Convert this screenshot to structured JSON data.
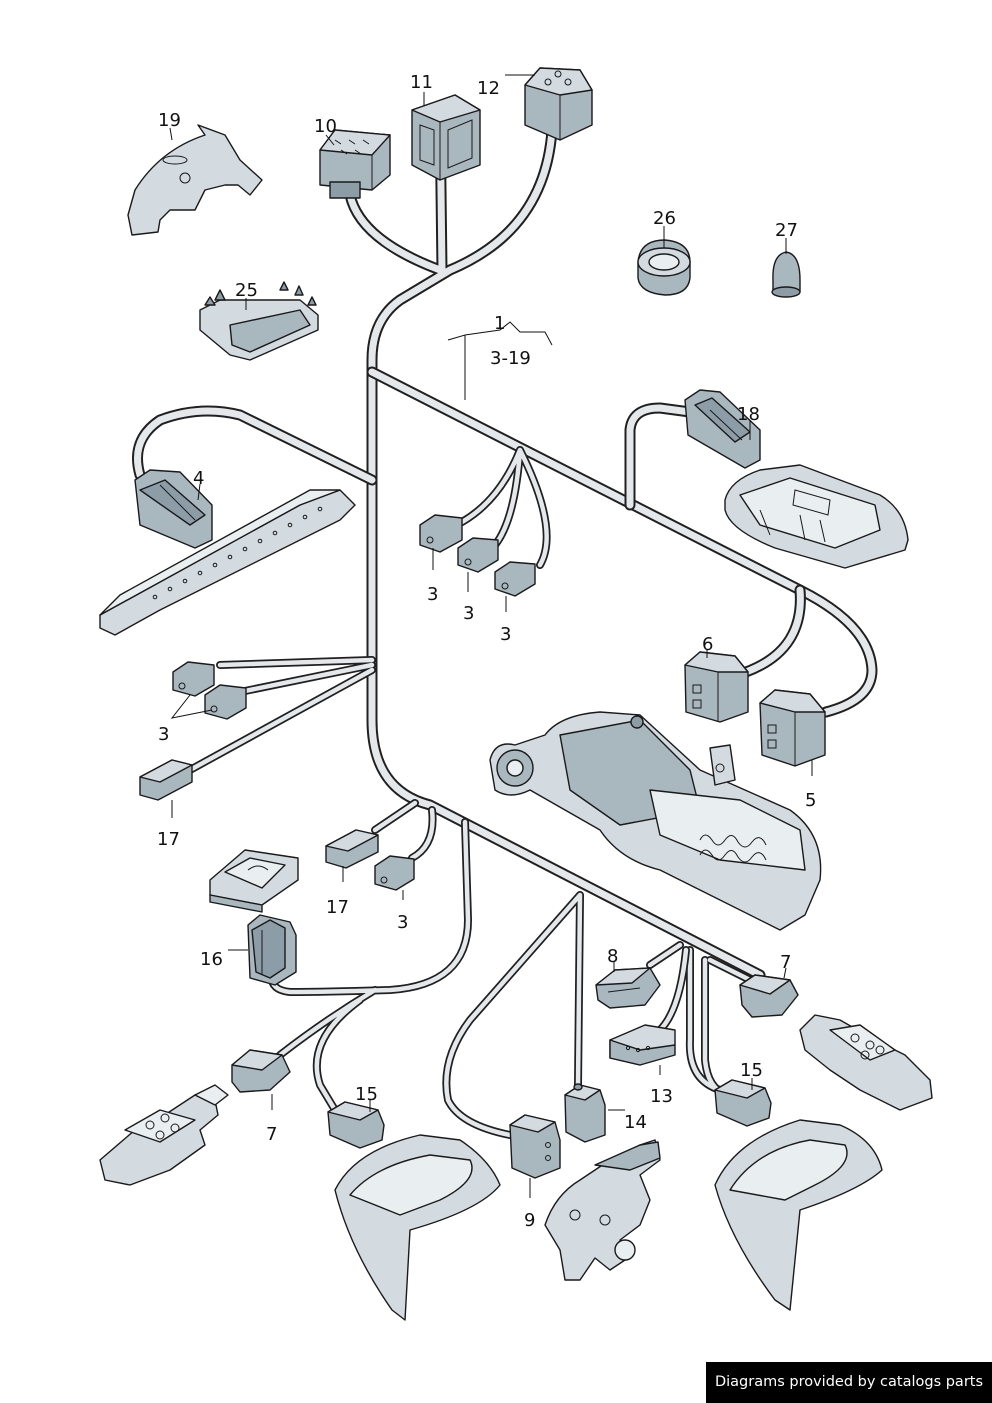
{
  "callouts": {
    "main": "1",
    "range": "3-19",
    "c3": "3",
    "c4": "4",
    "c5": "5",
    "c6": "6",
    "c7": "7",
    "c8": "8",
    "c9": "9",
    "c10": "10",
    "c11": "11",
    "c12": "12",
    "c13": "13",
    "c14": "14",
    "c15": "15",
    "c16": "16",
    "c17": "17",
    "c18": "18",
    "c19": "19",
    "c25": "25",
    "c26": "26",
    "c27": "27"
  },
  "footer": {
    "credit": "Diagrams provided by catalogs parts"
  },
  "colors": {
    "line": "#1a1a1a",
    "part_dark": "#8d9da7",
    "part_mid": "#a9b7bf",
    "part_light": "#d3dbe0",
    "harness_fill": "#e4e8ea",
    "banner_bg": "#000000",
    "banner_text": "#ffffff"
  }
}
